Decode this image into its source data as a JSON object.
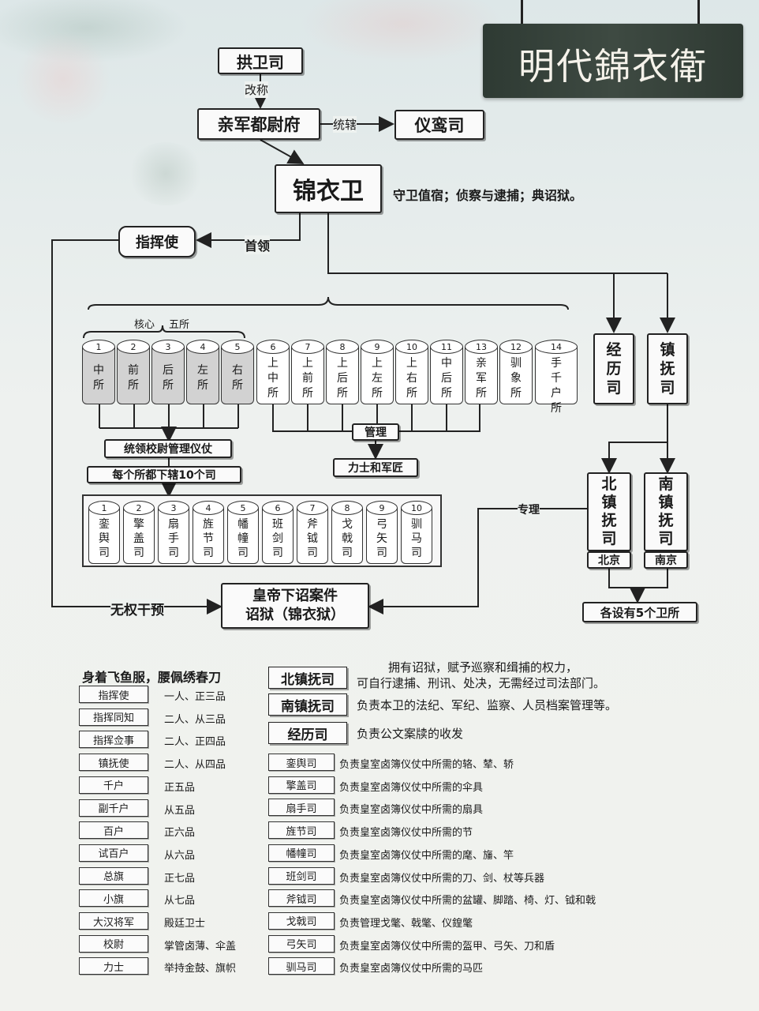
{
  "title": "明代錦衣衛",
  "nodes": {
    "gongwei": "拱卫司",
    "gaicheng": "改称",
    "qinjun": "亲军都尉府",
    "tongxia": "统辖",
    "yiluan": "仪鸾司",
    "jinyiwei": "锦衣卫",
    "duties": "守卫值宿；侦察与逮捕；典诏狱。",
    "zhihuishi": "指挥使",
    "shouling": "首领",
    "core_label": "核心",
    "wusuo_label": "五所",
    "jinglisi": "经历司",
    "zhenfusi": "镇抚司",
    "tongling": "统领校尉管理仪仗",
    "meige": "每个所都下辖10个司",
    "guanli": "管理",
    "lishi": "力士和军匠",
    "zhuanli": "专理",
    "beizhen": "北镇抚司",
    "beijing": "北京",
    "nanzhen": "南镇抚司",
    "nanjing": "南京",
    "wusuo5": "各设有5个卫所",
    "huangdi": "皇帝下诏案件",
    "zhaoyu": "诏狱（锦衣狱）",
    "wuquan": "无权干预"
  },
  "suo": [
    {
      "n": "1",
      "name": "中所",
      "core": true
    },
    {
      "n": "2",
      "name": "前所",
      "core": true
    },
    {
      "n": "3",
      "name": "后所",
      "core": true
    },
    {
      "n": "4",
      "name": "左所",
      "core": true
    },
    {
      "n": "5",
      "name": "右所",
      "core": true
    },
    {
      "n": "6",
      "name": "上中所",
      "core": false
    },
    {
      "n": "7",
      "name": "上前所",
      "core": false
    },
    {
      "n": "8",
      "name": "上后所",
      "core": false
    },
    {
      "n": "9",
      "name": "上左所",
      "core": false
    },
    {
      "n": "10",
      "name": "上右所",
      "core": false
    },
    {
      "n": "11",
      "name": "中后所",
      "core": false
    },
    {
      "n": "13",
      "name": "亲军所",
      "core": false
    },
    {
      "n": "12",
      "name": "驯象所",
      "core": false
    },
    {
      "n": "14",
      "name": "旗手千户所",
      "core": false
    }
  ],
  "si": [
    {
      "n": "1",
      "name": "銮舆司"
    },
    {
      "n": "2",
      "name": "擎盖司"
    },
    {
      "n": "3",
      "name": "扇手司"
    },
    {
      "n": "4",
      "name": "旌节司"
    },
    {
      "n": "5",
      "name": "幡幢司"
    },
    {
      "n": "6",
      "name": "班剑司"
    },
    {
      "n": "7",
      "name": "斧钺司"
    },
    {
      "n": "8",
      "name": "戈戟司"
    },
    {
      "n": "9",
      "name": "弓矢司"
    },
    {
      "n": "10",
      "name": "驯马司"
    }
  ],
  "ranks_heading": "身着飞鱼服，腰佩绣春刀",
  "ranks": [
    {
      "title": "指挥使",
      "desc": "一人、正三品"
    },
    {
      "title": "指挥同知",
      "desc": "二人、从三品"
    },
    {
      "title": "指挥佥事",
      "desc": "二人、正四品"
    },
    {
      "title": "镇抚使",
      "desc": "二人、从四品"
    },
    {
      "title": "千户",
      "desc": "正五品"
    },
    {
      "title": "副千户",
      "desc": "从五品"
    },
    {
      "title": "百户",
      "desc": "正六品"
    },
    {
      "title": "试百户",
      "desc": "从六品"
    },
    {
      "title": "总旗",
      "desc": "正七品"
    },
    {
      "title": "小旗",
      "desc": "从七品"
    },
    {
      "title": "大汉将军",
      "desc": "殿廷卫士"
    },
    {
      "title": "校尉",
      "desc": "掌管卤薄、伞盖"
    },
    {
      "title": "力士",
      "desc": "举持金鼓、旗帜"
    }
  ],
  "big_desc": [
    {
      "title": "北镇抚司",
      "line1": "拥有诏狱，赋予巡察和缉捕的权力，",
      "line2": "可自行逮捕、刑讯、处决，无需经过司法部门。"
    },
    {
      "title": "南镇抚司",
      "line1": "负责本卫的法纪、军纪、监察、人员档案管理等。"
    },
    {
      "title": "经历司",
      "line1": "负责公文案牍的收发"
    }
  ],
  "si_desc": [
    {
      "title": "銮舆司",
      "desc": "负责皇室卤簿仪仗中所需的辂、辇、轿"
    },
    {
      "title": "擎盖司",
      "desc": "负责皇室卤簿仪仗中所需的伞具"
    },
    {
      "title": "扇手司",
      "desc": "负责皇室卤簿仪仗中所需的扇具"
    },
    {
      "title": "旌节司",
      "desc": "负责皇室卤簿仪仗中所需的节"
    },
    {
      "title": "幡幢司",
      "desc": "负责皇室卤簿仪仗中所需的麾、旛、竿"
    },
    {
      "title": "班剑司",
      "desc": "负责皇室卤簿仪仗中所需的刀、剑、杖等兵器"
    },
    {
      "title": "斧钺司",
      "desc": "负责皇室卤簿仪仗中所需的盆罐、脚踏、椅、灯、钺和戟"
    },
    {
      "title": "戈戟司",
      "desc": "负责管理戈氅、戟氅、仪鍠氅"
    },
    {
      "title": "弓矢司",
      "desc": "负责皇室卤簿仪仗中所需的盔甲、弓矢、刀和盾"
    },
    {
      "title": "驯马司",
      "desc": "负责皇室卤簿仪仗中所需的马匹"
    }
  ]
}
